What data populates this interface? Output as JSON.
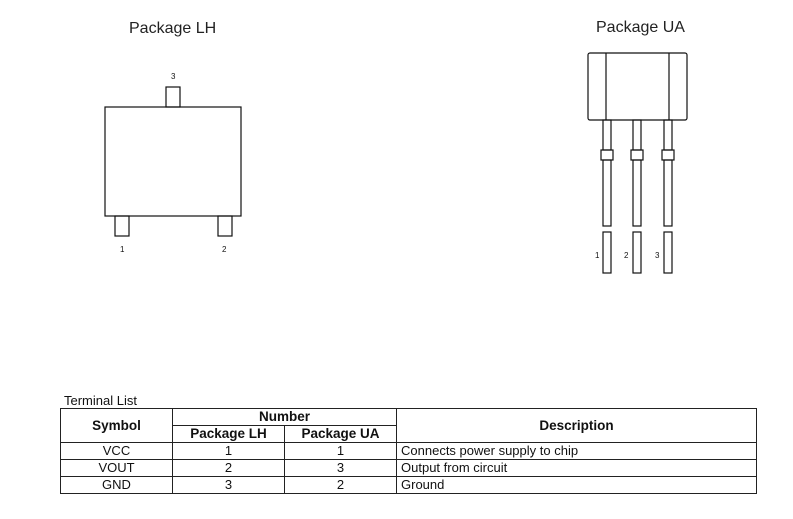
{
  "package_lh": {
    "title": "Package LH",
    "pins": {
      "top": "3",
      "bottom_left": "1",
      "bottom_right": "2"
    }
  },
  "package_ua": {
    "title": "Package UA",
    "pins": [
      "1",
      "2",
      "3"
    ]
  },
  "terminal_list": {
    "caption": "Terminal List",
    "headers": {
      "symbol": "Symbol",
      "number": "Number",
      "package_lh": "Package LH",
      "package_ua": "Package UA",
      "description": "Description"
    },
    "rows": [
      {
        "symbol": "VCC",
        "lh": "1",
        "ua": "1",
        "description": "Connects power supply to chip"
      },
      {
        "symbol": "VOUT",
        "lh": "2",
        "ua": "3",
        "description": "Output from circuit"
      },
      {
        "symbol": "GND",
        "lh": "3",
        "ua": "2",
        "description": "Ground"
      }
    ]
  }
}
